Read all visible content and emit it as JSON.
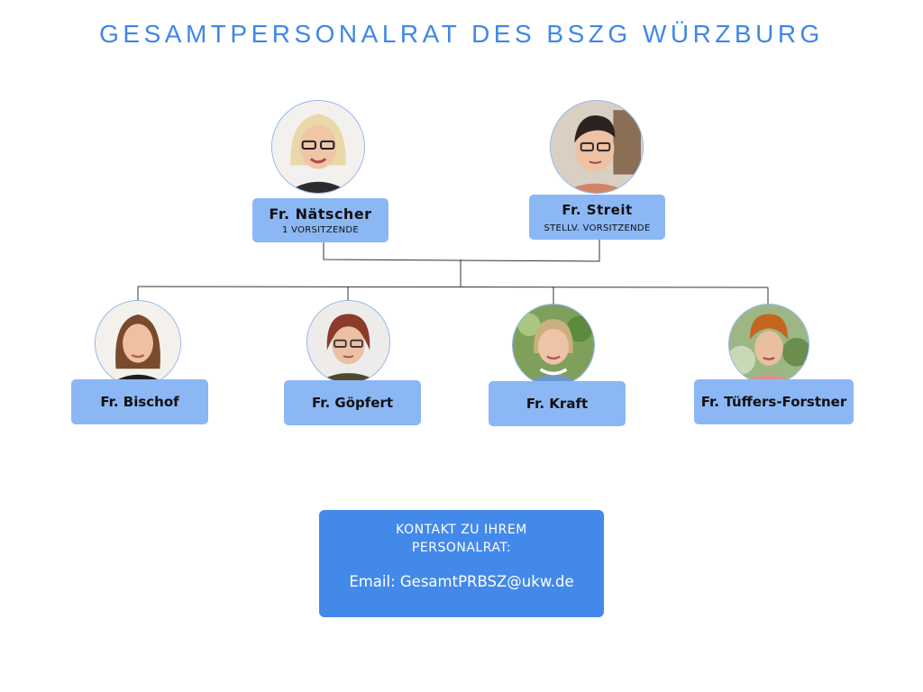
{
  "title": "GESAMTPERSONALRAT DES BSZG WÜRZBURG",
  "leaders": [
    {
      "name": "Fr. Nätscher",
      "role": "1  VORSITZENDE",
      "photo_icon": "portrait-photo"
    },
    {
      "name": "Fr. Streit",
      "role": "STELLV. VORSITZENDE",
      "photo_icon": "portrait-photo"
    }
  ],
  "members": [
    {
      "name": "Fr. Bischof",
      "photo_icon": "portrait-photo"
    },
    {
      "name": "Fr. Göpfert",
      "photo_icon": "portrait-photo"
    },
    {
      "name": "Fr. Kraft",
      "photo_icon": "portrait-photo"
    },
    {
      "name": "Fr. Tüffers-Forstner",
      "photo_icon": "portrait-photo"
    }
  ],
  "contact": {
    "heading_line1": "KONTAKT ZU IHREM",
    "heading_line2": "PERSONALRAT:",
    "email": "Email: GesamtPRBSZ@ukw.de"
  },
  "colors": {
    "title": "#3f87e6",
    "card": "#8cb7f5",
    "contact_box": "#4389ea",
    "connector": "#333333"
  }
}
